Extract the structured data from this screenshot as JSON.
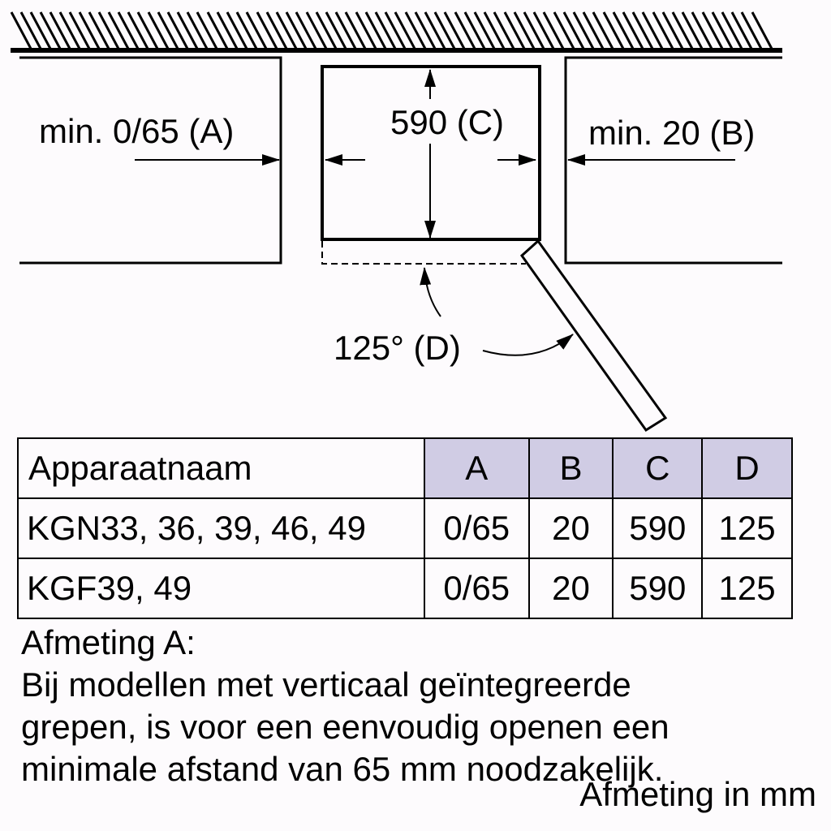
{
  "labels": {
    "dim_a": "min. 0/65 (A)",
    "dim_b": "min. 20 (B)",
    "dim_c": "590 (C)",
    "dim_d": "125° (D)"
  },
  "table": {
    "headers": [
      "Apparaatnaam",
      "A",
      "B",
      "C",
      "D"
    ],
    "header_fill": "#d0cce4",
    "rows": [
      {
        "name": "KGN33, 36, 39, 46, 49",
        "a": "0/65",
        "b": "20",
        "c": "590",
        "d": "125"
      },
      {
        "name": "KGF39, 49",
        "a": "0/65",
        "b": "20",
        "c": "590",
        "d": "125"
      }
    ]
  },
  "notes": {
    "title": "Afmeting A:",
    "line1": "Bij modellen met verticaal geïntegreerde",
    "line2": "grepen, is voor een eenvoudig openen een",
    "line3": "minimale afstand van 65 mm noodzakelijk.",
    "unit": "Afmeting in mm"
  }
}
